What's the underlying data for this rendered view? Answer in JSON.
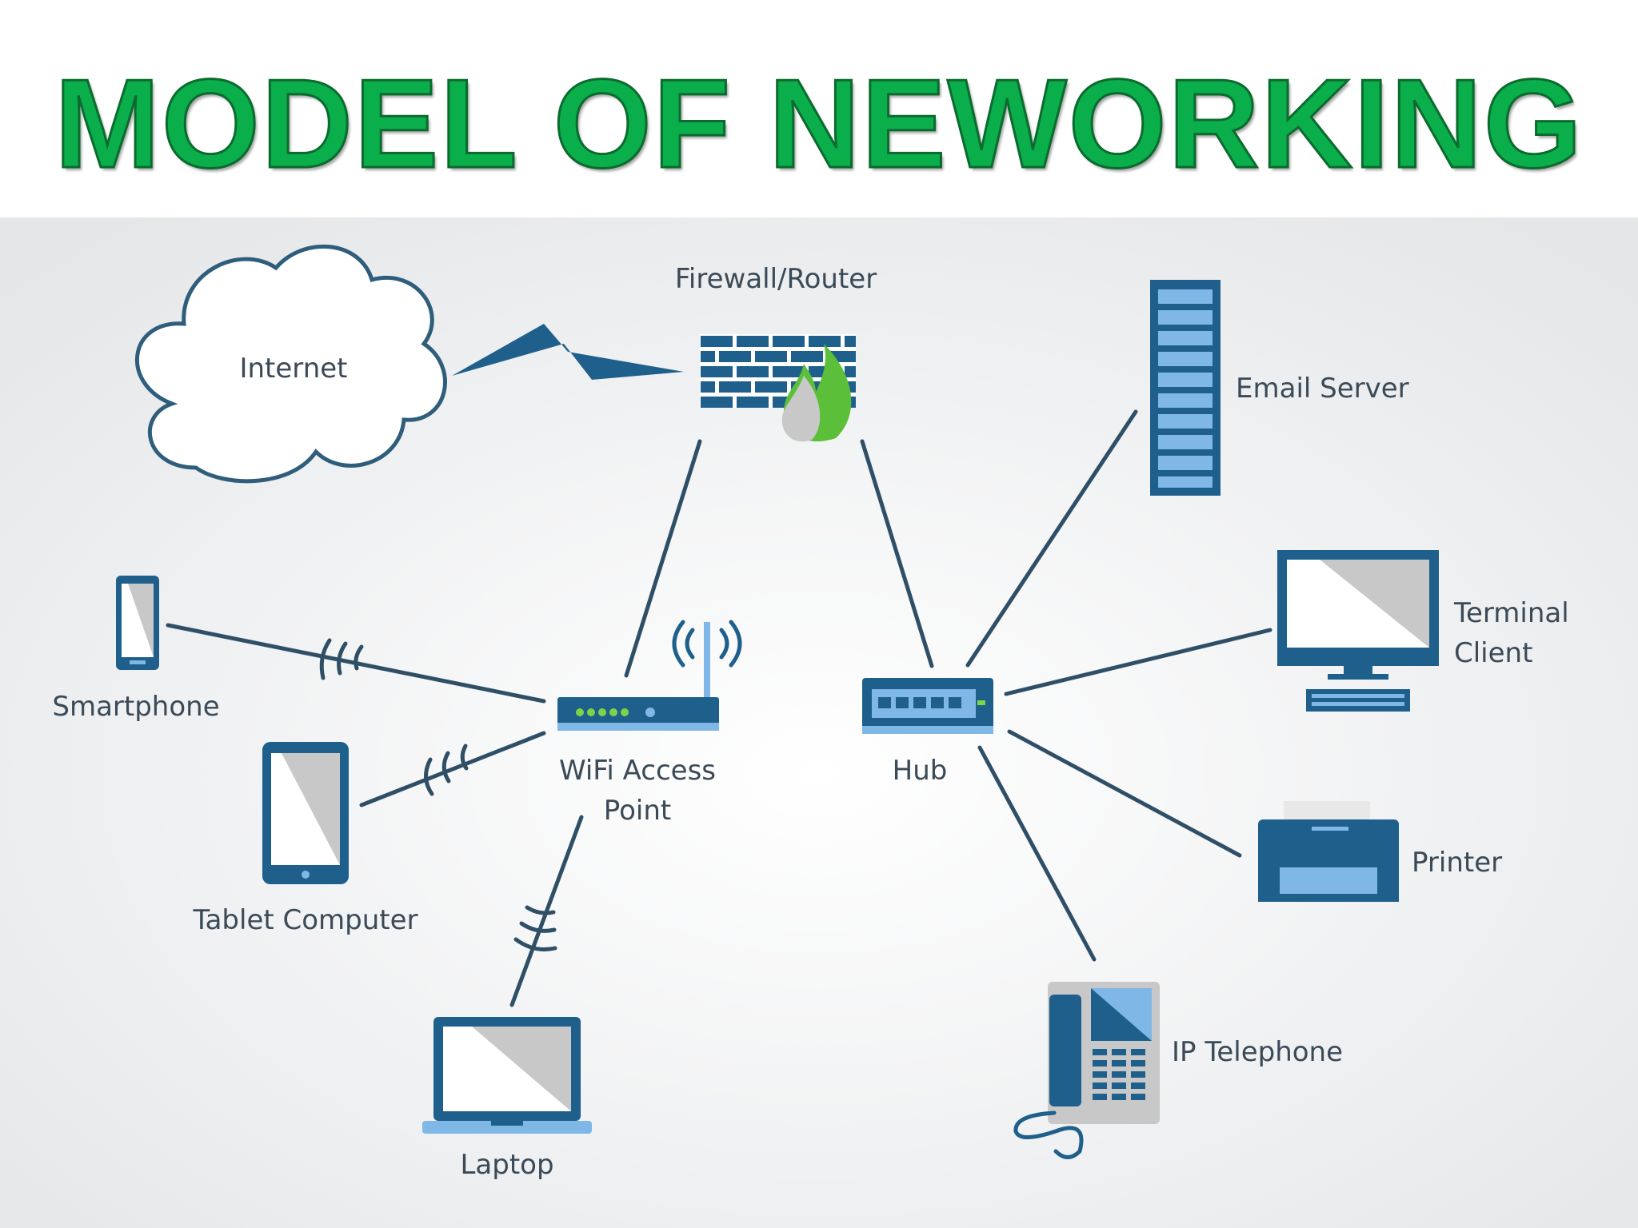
{
  "title": "MODEL OF NEWORKING",
  "nodes": {
    "internet": "Internet",
    "firewall": "Firewall/Router",
    "email_server": "Email Server",
    "terminal_client_line1": "Terminal",
    "terminal_client_line2": "Client",
    "smartphone": "Smartphone",
    "wifi_line1": "WiFi Access",
    "wifi_line2": "Point",
    "hub": "Hub",
    "tablet": "Tablet Computer",
    "printer": "Printer",
    "laptop": "Laptop",
    "ip_telephone": "IP Telephone"
  },
  "colors": {
    "title_green": "#0aae4a",
    "icon_dark": "#1f5f8b",
    "icon_light": "#7fb8e6",
    "line": "#2f4f66",
    "text": "#3b4a57",
    "flame_green": "#5cbf3a"
  }
}
